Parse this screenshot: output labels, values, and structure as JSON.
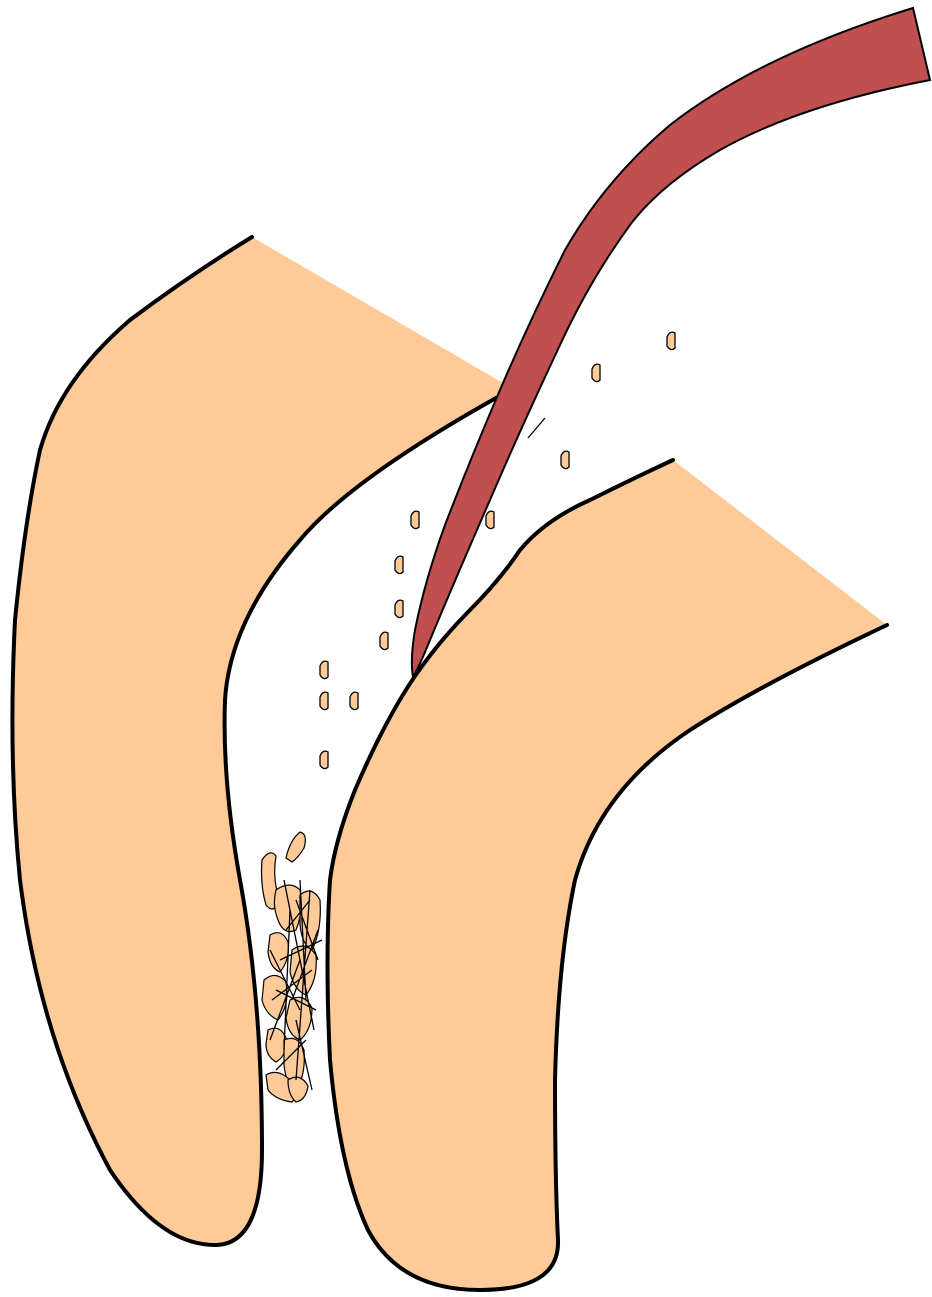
{
  "colors": {
    "tissue": "#fdca98",
    "outline": "#000000",
    "instrument": "#c05050",
    "background": "#ffffff"
  },
  "elements": {
    "left_tissue": "tissue-flap",
    "right_tissue": "tissue-flap",
    "instrument": "needle-tip-instrument",
    "particles": "dispersed-particles",
    "debris": "debris-cluster"
  }
}
